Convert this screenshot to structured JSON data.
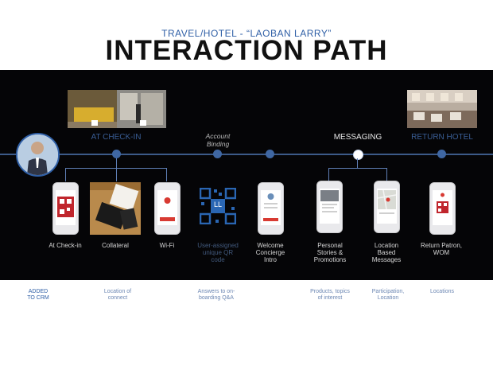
{
  "header": {
    "subtitle": "TRAVEL/HOTEL - “LAOBAN LARRY”",
    "title": "INTERACTION PATH"
  },
  "stages": {
    "checkin": "AT CHECK-IN",
    "binding": "Account\nBinding",
    "messaging": "MESSAGING",
    "return": "RETURN HOTEL"
  },
  "items": [
    {
      "label": "At Check-in"
    },
    {
      "label": "Collateral"
    },
    {
      "label": "Wi-Fi"
    },
    {
      "label": "User-assigned\nunique QR\ncode"
    },
    {
      "label": "Welcome\nConcierge\nIntro"
    },
    {
      "label": "Personal\nStories &\nPromotions"
    },
    {
      "label": "Location\nBased\nMessages"
    },
    {
      "label": "Return Patron,\nWOM"
    }
  ],
  "qr_badge": "LL",
  "bottom_notes": [
    {
      "text": "ADDED\nTO CRM"
    },
    {
      "text": "Location of\nconnect"
    },
    {
      "text": "Answers to on-\nboarding Q&A"
    },
    {
      "text": "Products, topics\nof interest"
    },
    {
      "text": "Participation,\nLocation"
    },
    {
      "text": "Locations"
    }
  ],
  "colors": {
    "accent": "#2f5fa6",
    "timeline": "#3c5a88",
    "band": "#050507"
  },
  "icons": [
    "avatar-photo",
    "qr-code-icon",
    "phone-icon"
  ]
}
